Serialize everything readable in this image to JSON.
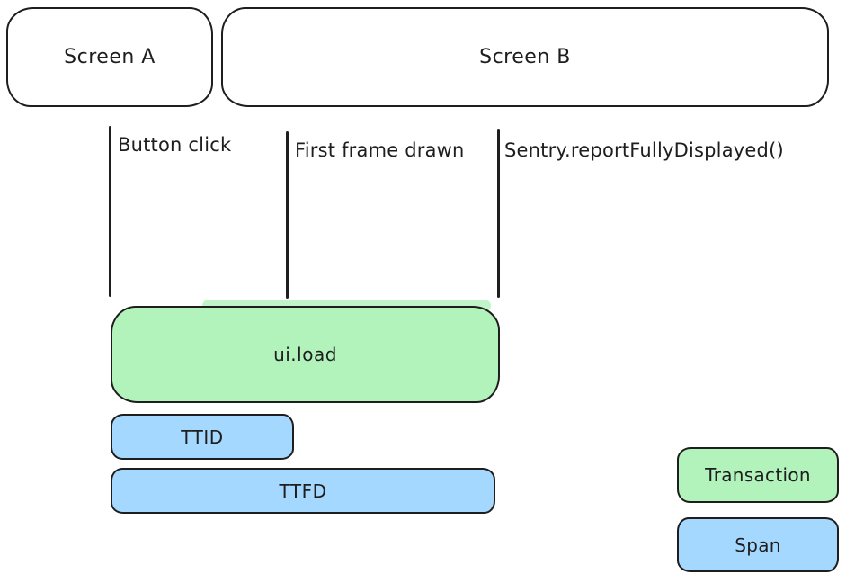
{
  "screens": [
    {
      "label": "Screen A"
    },
    {
      "label": "Screen B"
    }
  ],
  "markers": [
    {
      "label": "Button click"
    },
    {
      "label": "First frame drawn"
    },
    {
      "label": "Sentry.reportFullyDisplayed()"
    }
  ],
  "bars": [
    {
      "label": "ui.load",
      "kind": "transaction"
    },
    {
      "label": "TTID",
      "kind": "span"
    },
    {
      "label": "TTFD",
      "kind": "span"
    }
  ],
  "legend": [
    {
      "label": "Transaction",
      "kind": "transaction"
    },
    {
      "label": "Span",
      "kind": "span"
    }
  ],
  "colors": {
    "transaction_fill": "#b2f2bb",
    "span_fill": "#a5d8ff",
    "stroke": "#1e1e1e",
    "background": "#ffffff"
  }
}
